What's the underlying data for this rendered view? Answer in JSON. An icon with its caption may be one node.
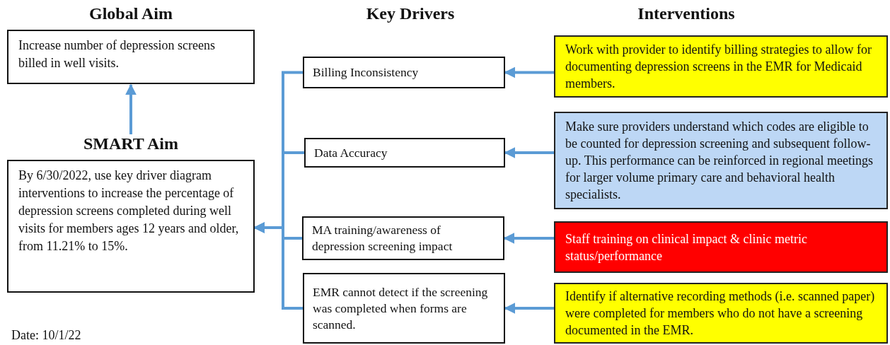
{
  "diagram": {
    "nodes": [
      {
        "text": [
          "Global Aim",
          "Increase number of depression screens billed in well visits."
        ]
      },
      {
        "text": [
          "SMART Aim",
          "By 6/30/2022, use key driver diagram interventions to increase the percentage of depression screens completed during well visits for members ages 12 years and older, from 11.21% to 15%."
        ]
      },
      {
        "text": [
          "Billing Inconsistency"
        ]
      },
      {
        "text": [
          "Data Accuracy"
        ]
      },
      {
        "text": [
          "MA training/awareness of depression screening impact"
        ]
      },
      {
        "text": [
          "EMR cannot detect if the screening was completed when forms are scanned."
        ]
      },
      {
        "text": [
          "Work with provider to identify billing strategies to allow for documenting depression screens in the EMR for Medicaid members."
        ]
      },
      {
        "text": [
          "Make sure providers understand which codes are eligible to be counted for depression screening and subsequent follow-up. This performance can be reinforced in regional meetings for larger volume primary care and behavioral health specialists."
        ]
      },
      {
        "text": [
          "Staff training on clinical impact & clinic metric status/performance"
        ]
      },
      {
        "text": [
          "Identify if alternative recording methods (i.e. scanned paper) were completed for members who do not have a screening documented in the EMR."
        ]
      }
    ],
    "edges": [
      {
        "from": 1,
        "to": 0,
        "arrow": "to"
      },
      {
        "from": 2,
        "to": 1,
        "arrow": "to"
      },
      {
        "from": 3,
        "to": 1,
        "arrow": "to"
      },
      {
        "from": 4,
        "to": 1,
        "arrow": "to"
      },
      {
        "from": 5,
        "to": 1,
        "arrow": "to"
      },
      {
        "from": 6,
        "to": 2,
        "arrow": "to"
      },
      {
        "from": 7,
        "to": 3,
        "arrow": "to"
      },
      {
        "from": 8,
        "to": 4,
        "arrow": "to"
      },
      {
        "from": 9,
        "to": 5,
        "arrow": "to"
      }
    ],
    "labels": [
      "Key Drivers",
      "Interventions",
      "Date: 10/1/22"
    ]
  }
}
